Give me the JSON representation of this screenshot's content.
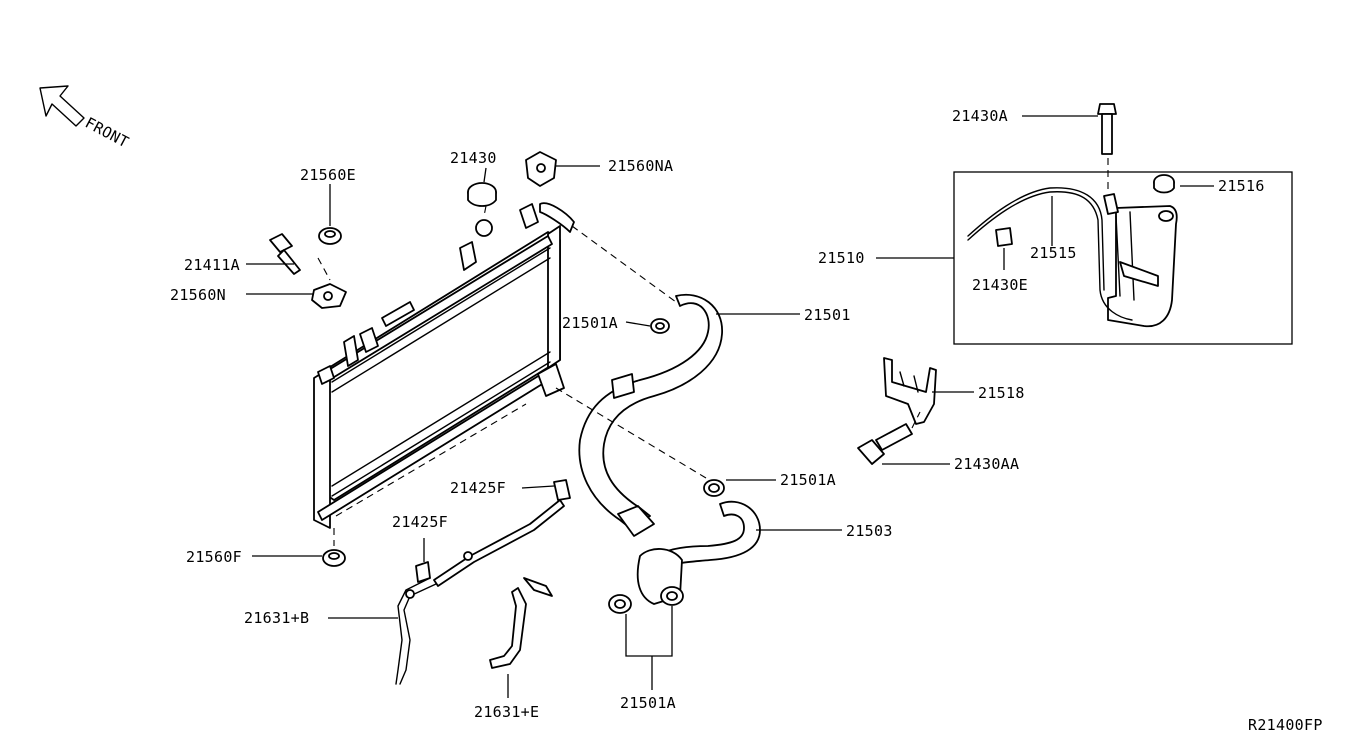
{
  "diagram": {
    "direction_label": "FRONT",
    "diagram_code": "R21400FP",
    "labels": {
      "p21430A": "21430A",
      "p21516": "21516",
      "p21430": "21430",
      "p21560NA": "21560NA",
      "p21560E": "21560E",
      "p21411A": "21411A",
      "p21560N": "21560N",
      "p21510": "21510",
      "p21515": "21515",
      "p21430E": "21430E",
      "p21501A_top": "21501A",
      "p21501": "21501",
      "p21518": "21518",
      "p21430AA": "21430AA",
      "p21501A_mid": "21501A",
      "p21425F_top": "21425F",
      "p21425F_low": "21425F",
      "p21503": "21503",
      "p21560F": "21560F",
      "p21631B": "21631+B",
      "p21631E": "21631+E",
      "p21501A_bot": "21501A"
    }
  }
}
